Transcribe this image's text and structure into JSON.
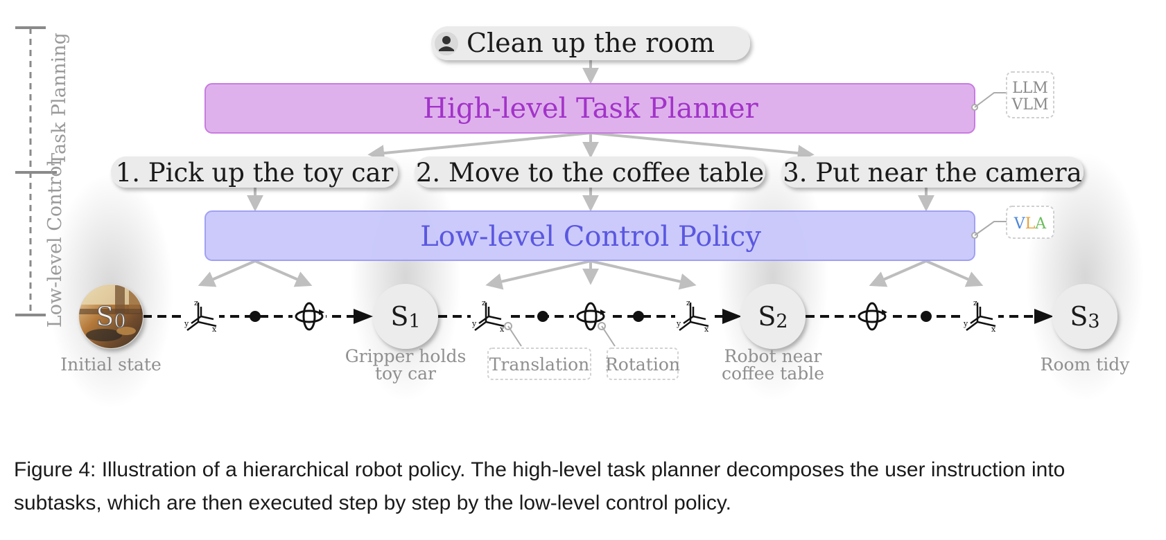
{
  "side_labels": {
    "task_planning": "Task Planning",
    "low_level_control": "Low-level Control"
  },
  "instruction": {
    "text": "Clean up the room",
    "icon": "user-icon"
  },
  "planner": {
    "label": "High-level Task Planner",
    "tag_lines": [
      "LLM",
      "VLM"
    ],
    "color": "#a233c9",
    "fill": "#dfb1ec"
  },
  "subtasks": [
    "1. Pick up the toy car",
    "2. Move to the coffee table",
    "3. Put near the camera"
  ],
  "policy": {
    "label": "Low-level Control Policy",
    "tag": "VLA",
    "tag_colors": [
      "#4f87d9",
      "#e8a33c",
      "#6bbd5b"
    ],
    "color": "#5a57e0",
    "fill": "#c9c8fb"
  },
  "states": [
    {
      "label": "S0",
      "caption_lines": [
        "Initial state"
      ]
    },
    {
      "label": "S1",
      "caption_lines": [
        "Gripper holds",
        "toy car"
      ]
    },
    {
      "label": "S2",
      "caption_lines": [
        "Robot near",
        "coffee table"
      ]
    },
    {
      "label": "S3",
      "caption_lines": [
        "Room tidy"
      ]
    }
  ],
  "action_legend": {
    "translation": "Translation",
    "rotation": "Rotation"
  },
  "icons": {
    "translation": "axes-translation-icon",
    "rotation": "rotation-gizmo-icon"
  },
  "caption": {
    "line1": "Figure 4: Illustration of a hierarchical robot policy. The high-level task planner decomposes the user instruction into",
    "line2": "subtasks, which are then executed step by step by the low-level control policy."
  }
}
